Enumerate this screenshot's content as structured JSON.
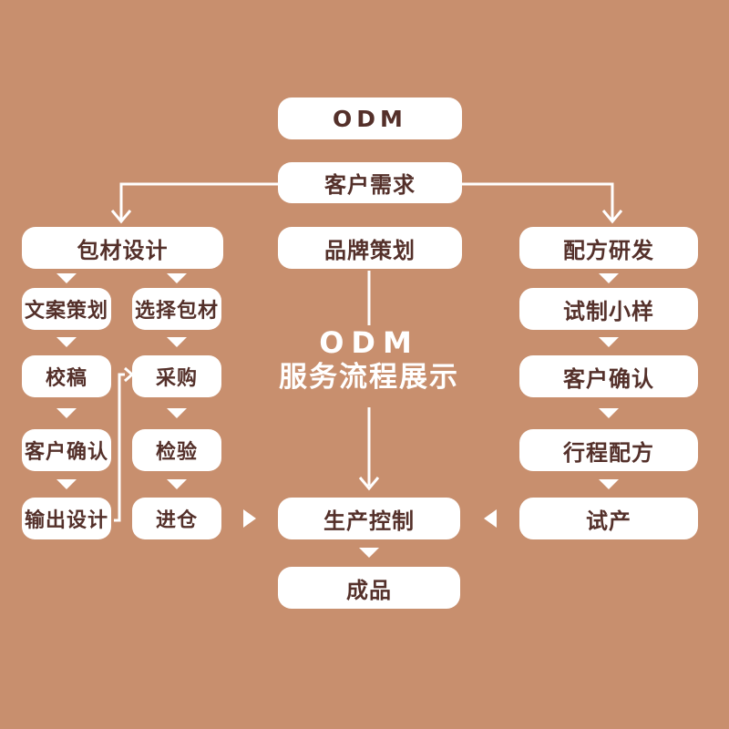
{
  "colors": {
    "background": "#c88f6e",
    "box": "#ffffff",
    "text": "#54302a",
    "line": "#ffffff",
    "title-text": "#ffffff"
  },
  "title": {
    "line1": "ODM",
    "line2": "服务流程展示"
  },
  "nodes": {
    "odm": {
      "label": "ODM"
    },
    "customer_needs": {
      "label": "客户需求"
    },
    "packaging_design": {
      "label": "包材设计"
    },
    "brand_planning": {
      "label": "品牌策划"
    },
    "formula_rd": {
      "label": "配方研发"
    },
    "copywriting": {
      "label": "文案策划"
    },
    "select_packaging": {
      "label": "选择包材"
    },
    "proofreading": {
      "label": "校稿"
    },
    "purchasing": {
      "label": "采购"
    },
    "customer_confirm_left": {
      "label": "客户确认"
    },
    "inspection": {
      "label": "检验"
    },
    "output_design": {
      "label": "输出设计"
    },
    "warehousing": {
      "label": "进仓"
    },
    "production_control": {
      "label": "生产控制"
    },
    "finished_product": {
      "label": "成品"
    },
    "trial_sample": {
      "label": "试制小样"
    },
    "customer_confirm_right": {
      "label": "客户确认"
    },
    "schedule_formula": {
      "label": "行程配方"
    },
    "trial_production": {
      "label": "试产"
    }
  }
}
